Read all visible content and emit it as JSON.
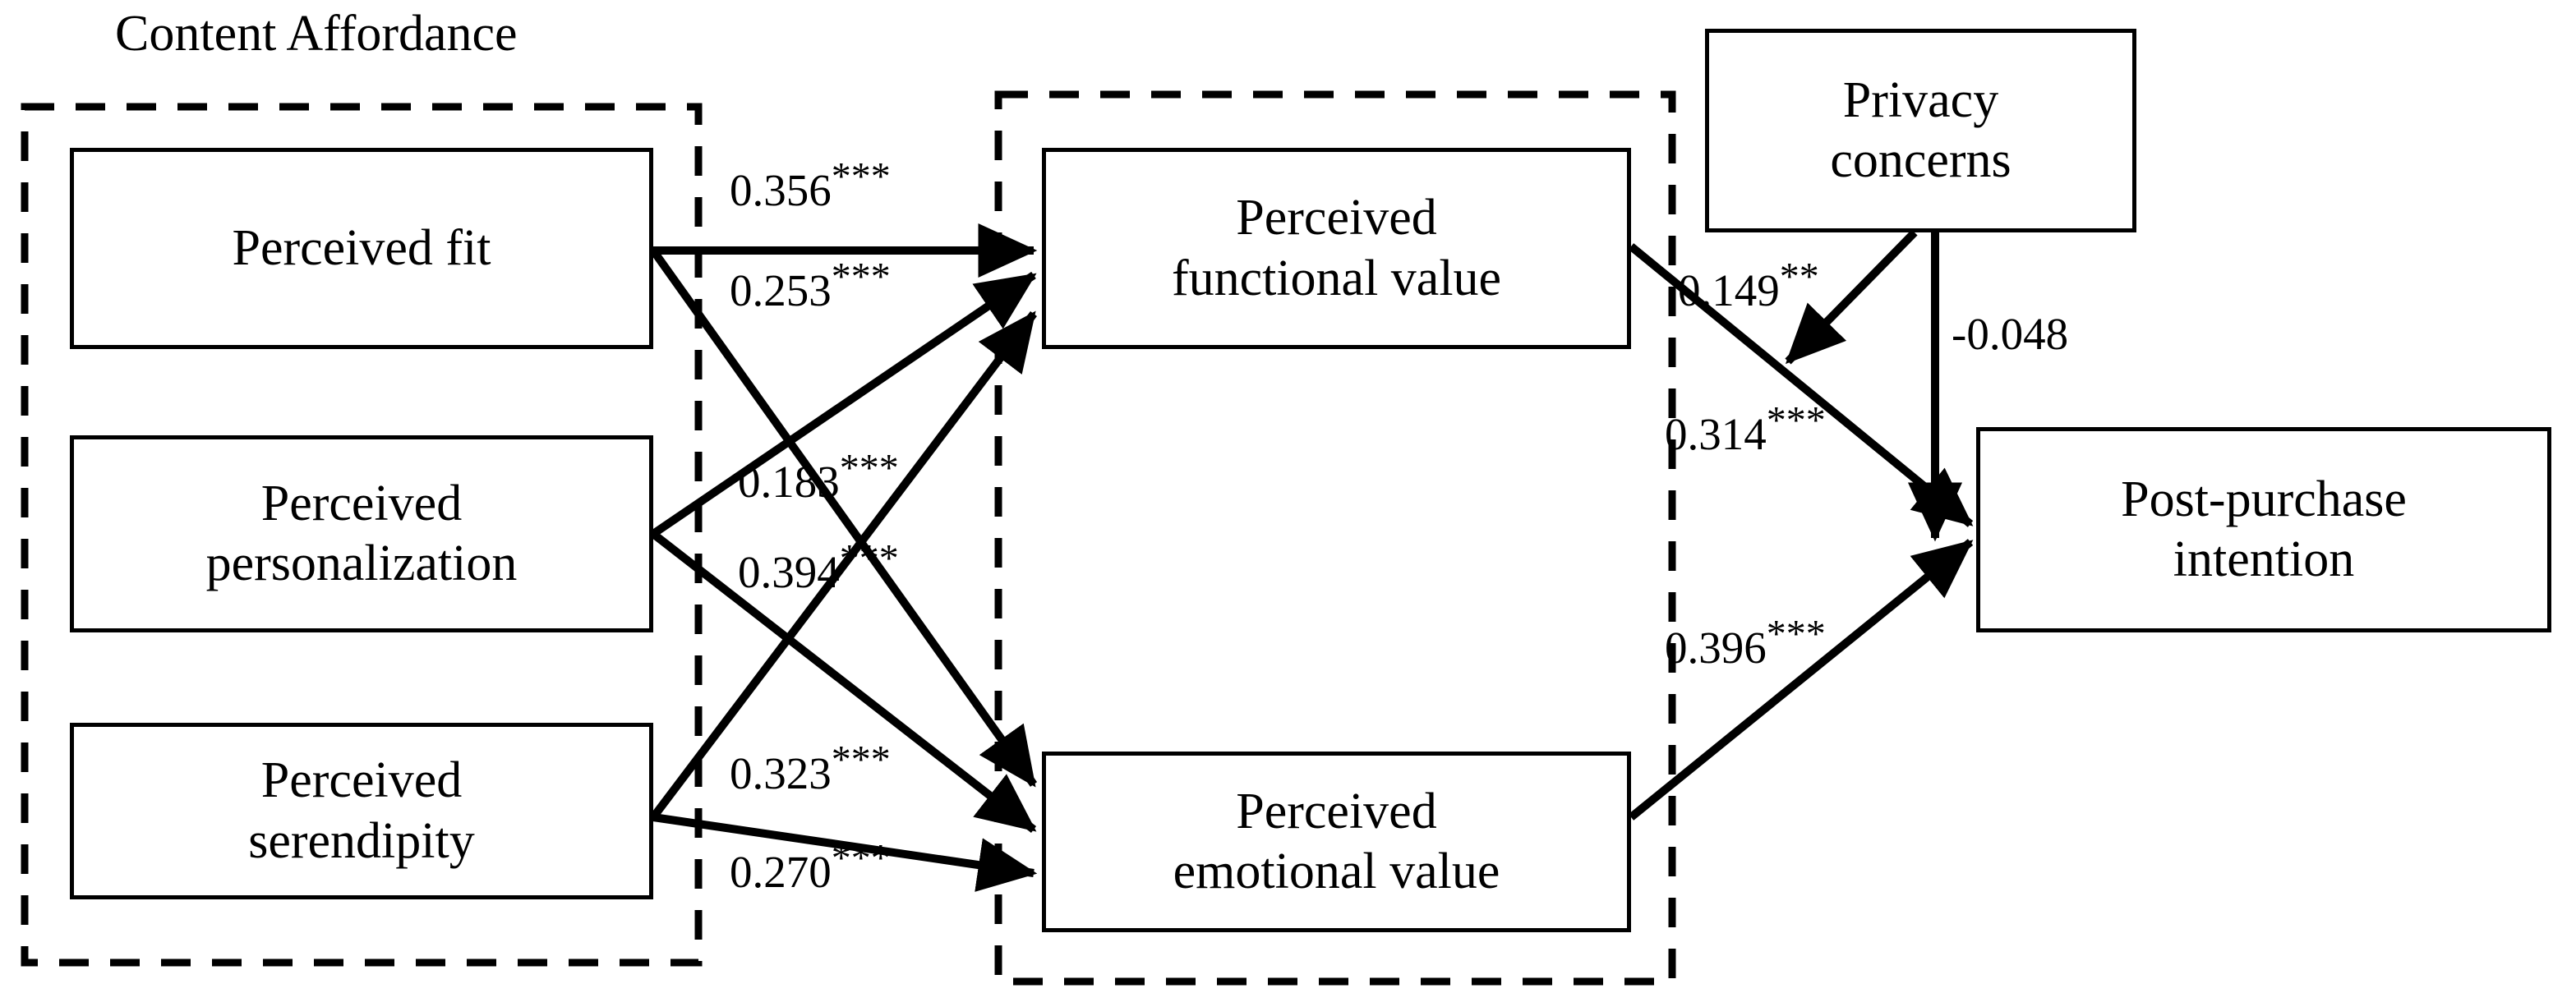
{
  "diagram": {
    "type": "structural-equation-model",
    "title": "Content Affordance",
    "groups": [
      {
        "id": "content-affordance",
        "label": "Content Affordance",
        "style": "dashed"
      },
      {
        "id": "perceived-value",
        "label": "",
        "style": "dashed"
      }
    ],
    "nodes": [
      {
        "id": "perceived-fit",
        "label": "Perceived fit"
      },
      {
        "id": "perceived-personalization",
        "label": "Perceived\npersonalization",
        "line1": "Perceived",
        "line2": "personalization"
      },
      {
        "id": "perceived-serendipity",
        "label": "Perceived\nserendipity",
        "line1": "Perceived",
        "line2": "serendipity"
      },
      {
        "id": "perceived-functional-value",
        "label": "Perceived\nfunctional value",
        "line1": "Perceived",
        "line2": "functional value"
      },
      {
        "id": "perceived-emotional-value",
        "label": "Perceived\nemotional value",
        "line1": "Perceived",
        "line2": "emotional value"
      },
      {
        "id": "privacy-concerns",
        "label": "Privacy\nconcerns",
        "line1": "Privacy",
        "line2": "concerns"
      },
      {
        "id": "post-purchase-intention",
        "label": "Post-purchase\nintention",
        "line1": "Post-purchase",
        "line2": "intention"
      }
    ],
    "paths": [
      {
        "id": "fit-to-functional",
        "from": "perceived-fit",
        "to": "perceived-functional-value",
        "coefficient": "0.356",
        "significance": "***"
      },
      {
        "id": "fit-to-emotional",
        "from": "perceived-fit",
        "to": "perceived-emotional-value",
        "coefficient": "0.253",
        "significance": "***"
      },
      {
        "id": "personalization-to-functional",
        "from": "perceived-personalization",
        "to": "perceived-functional-value",
        "coefficient": "0.183",
        "significance": "***"
      },
      {
        "id": "personalization-to-emotional",
        "from": "perceived-personalization",
        "to": "perceived-emotional-value",
        "coefficient": "0.394",
        "significance": "***"
      },
      {
        "id": "serendipity-to-functional",
        "from": "perceived-serendipity",
        "to": "perceived-functional-value",
        "coefficient": "0.323",
        "significance": "***"
      },
      {
        "id": "serendipity-to-emotional",
        "from": "perceived-serendipity",
        "to": "perceived-emotional-value",
        "coefficient": "0.270",
        "significance": "***"
      },
      {
        "id": "privacy-moderation",
        "from": "privacy-concerns",
        "to": "functional-to-intention",
        "coefficient": "0.149",
        "significance": "**",
        "kind": "moderation"
      },
      {
        "id": "functional-to-intention",
        "from": "perceived-functional-value",
        "to": "post-purchase-intention",
        "coefficient": "0.314",
        "significance": "***"
      },
      {
        "id": "privacy-to-intention",
        "from": "privacy-concerns",
        "to": "post-purchase-intention",
        "coefficient": "-0.048",
        "significance": "",
        "kind": "direct"
      },
      {
        "id": "emotional-to-intention",
        "from": "perceived-emotional-value",
        "to": "post-purchase-intention",
        "coefficient": "0.396",
        "significance": "***"
      }
    ],
    "colors": {
      "stroke": "#000000",
      "background": "#ffffff",
      "text": "#000000"
    }
  }
}
